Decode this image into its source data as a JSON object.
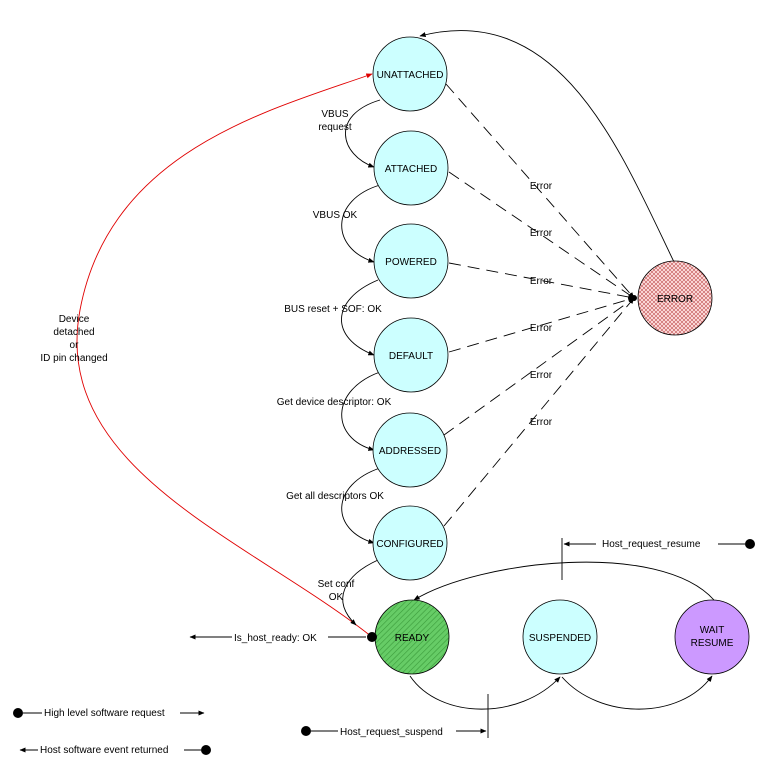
{
  "states": {
    "unattached": {
      "label": "UNATTACHED",
      "color": "#ccffff"
    },
    "attached": {
      "label": "ATTACHED",
      "color": "#ccffff"
    },
    "powered": {
      "label": "POWERED",
      "color": "#ccffff"
    },
    "default": {
      "label": "DEFAULT",
      "color": "#ccffff"
    },
    "addressed": {
      "label": "ADDRESSED",
      "color": "#ccffff"
    },
    "configured": {
      "label": "CONFIGURED",
      "color": "#ccffff"
    },
    "ready": {
      "label": "READY",
      "color": "#66cc66"
    },
    "suspended": {
      "label": "SUSPENDED",
      "color": "#ccffff"
    },
    "wait_resume": {
      "line1": "WAIT",
      "line2": "RESUME",
      "color": "#cc99ff"
    },
    "error": {
      "label": "ERROR",
      "color": "#ffcccc"
    }
  },
  "transitions": {
    "vbus_request_1": "VBUS",
    "vbus_request_2": "request",
    "vbus_ok": "VBUS OK",
    "bus_reset": "BUS reset + SOF: OK",
    "get_device_descriptor": "Get device descriptor: OK",
    "get_all_descriptors": "Get all descriptors OK",
    "set_conf_1": "Set conf",
    "set_conf_2": "OK",
    "error_label": "Error",
    "detached_1": "Device",
    "detached_2": "detached",
    "detached_3": "or",
    "detached_4": "ID pin changed",
    "is_host_ready": "Is_host_ready: OK",
    "host_request_resume": "Host_request_resume",
    "host_request_suspend": "Host_request_suspend"
  },
  "legend": {
    "high_level_request": "High level software request",
    "host_event_returned": "Host software event returned"
  },
  "colors": {
    "red_edge": "#e00000",
    "ready_hatch": "#3a9a3a",
    "error_hatch": "#b03030"
  }
}
